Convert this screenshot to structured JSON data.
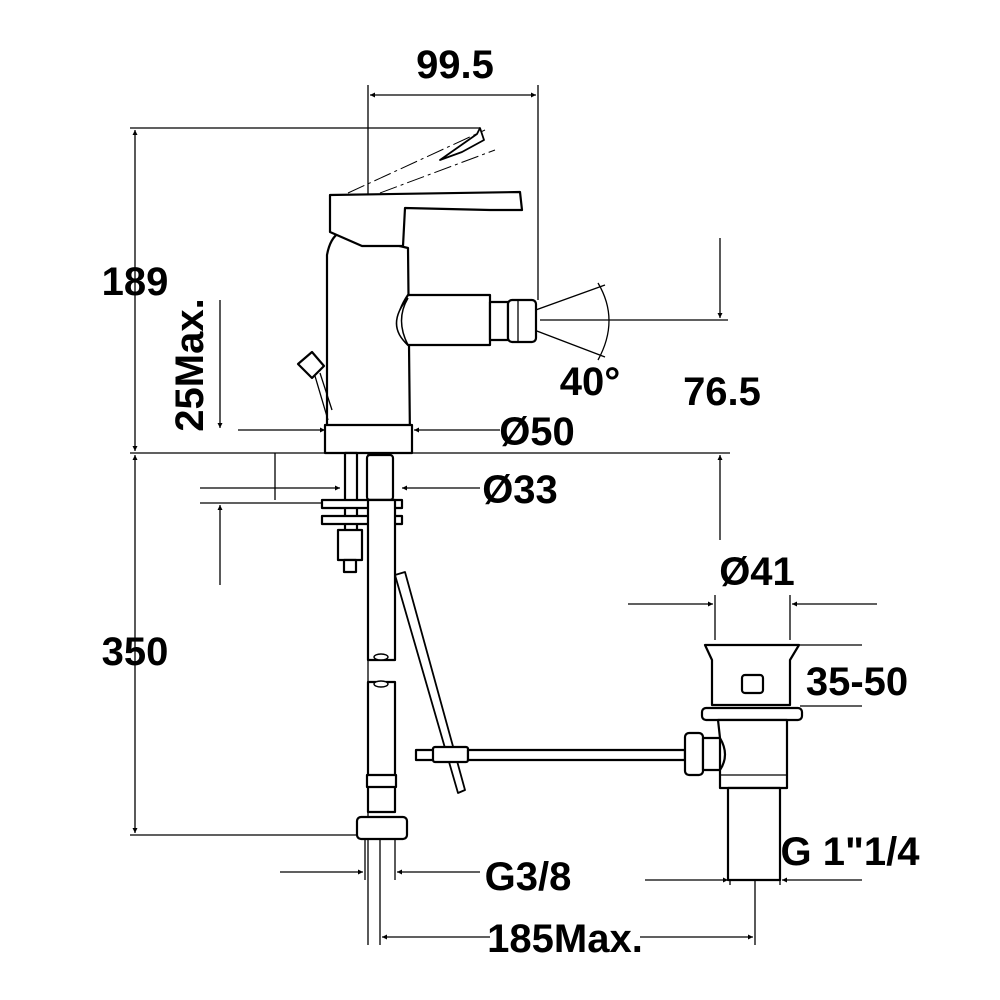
{
  "drawing": {
    "title": "Bidet mixer dimensional drawing",
    "dimensions": {
      "spout_reach": "99.5",
      "total_height": "189",
      "max_deck_thickness": "25Max.",
      "body_diameter": "Ø50",
      "shank_diameter": "Ø33",
      "spout_height": "76.5",
      "spray_angle": "40°",
      "hose_length": "350",
      "drain_diameter": "Ø41",
      "drain_range": "35-50",
      "drain_thread": "G 1\"1/4",
      "hose_thread": "G3/8",
      "max_offset": "185Max."
    },
    "color": "#000000"
  }
}
